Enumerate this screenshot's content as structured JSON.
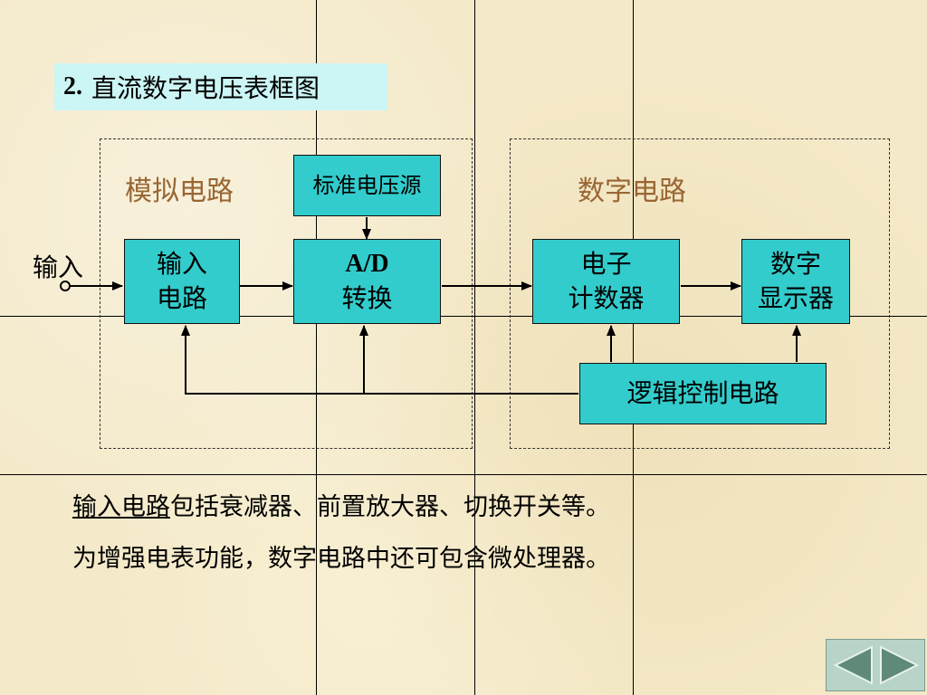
{
  "title": {
    "number": "2.",
    "text": "直流数字电压表框图"
  },
  "diagram": {
    "sections": {
      "analog": "模拟电路",
      "digital": "数字电路"
    },
    "input_label": "输入",
    "blocks": {
      "input_circuit": [
        "输入",
        "电路"
      ],
      "reference_source": "标准电压源",
      "ad_converter": [
        "A/D",
        "转换"
      ],
      "counter": [
        "电子",
        "计数器"
      ],
      "display": [
        "数字",
        "显示器"
      ],
      "logic_control": "逻辑控制电路"
    }
  },
  "notes": {
    "line1_underlined": "输入电路",
    "line1_rest": "包括衰减器、前置放大器、切换开关等。",
    "line2": "为增强电表功能，数字电路中还可包含微处理器。"
  },
  "colors": {
    "block_fill": "#33cccc",
    "title_bg": "#ccf5f5",
    "section_label": "#996633",
    "page_bg": "#f4e9c8"
  },
  "navigation": {
    "prev_icon": "triangle-left-icon",
    "next_icon": "triangle-right-icon"
  }
}
